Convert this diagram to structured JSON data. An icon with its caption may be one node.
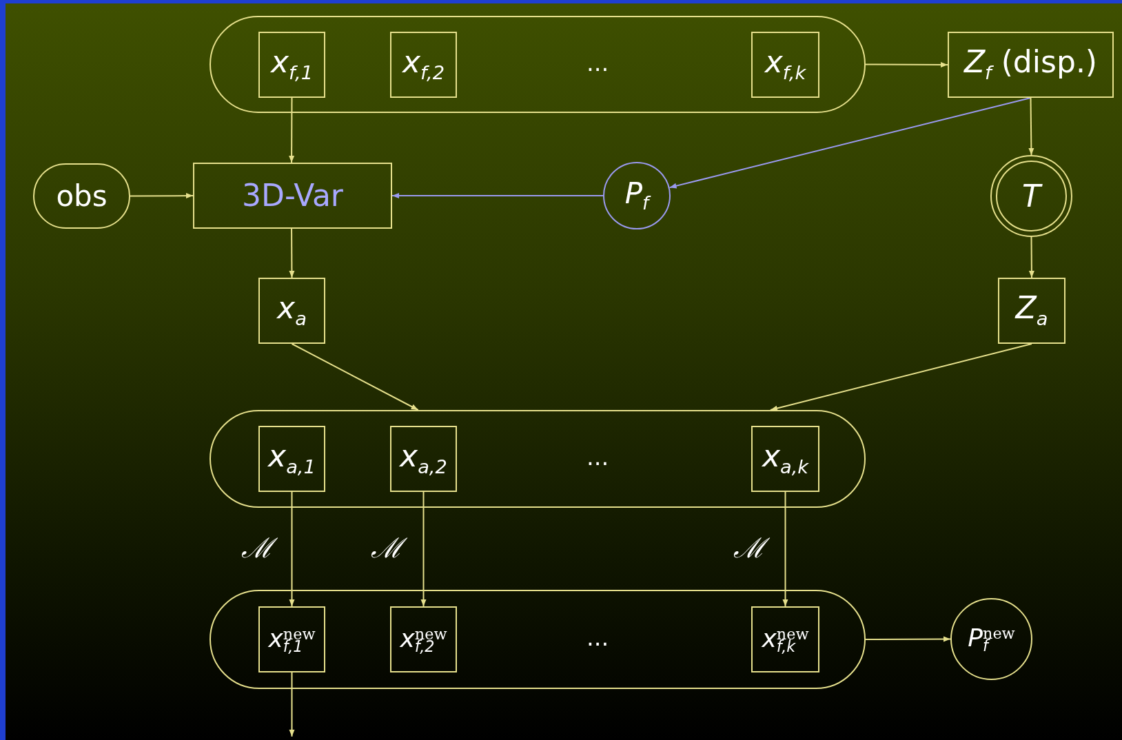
{
  "diagram": {
    "nodes": [
      {
        "text": [
          "..."
        ]
      },
      {
        "text": [
          "x$_{f,1}$"
        ],
        "in": 0
      },
      {
        "text": [
          "x$_{f,2}$"
        ],
        "in": 0
      },
      {
        "text": [
          "x$_{f,k}$"
        ],
        "in": 0
      },
      {
        "text": [
          "*Z*$_{f}$ (disp.)"
        ]
      },
      {
        "text": [
          "obs"
        ]
      },
      {
        "text": [
          "3D-Var"
        ]
      },
      {
        "text": [
          "P$_{f}$"
        ]
      },
      {
        "text": [
          "T"
        ]
      },
      {
        "text": [
          "x$_{a}$"
        ]
      },
      {
        "text": [
          "Z$_{a}$"
        ]
      },
      {
        "text": [
          "..."
        ]
      },
      {
        "text": [
          "x$_{a,1}$"
        ],
        "in": 11
      },
      {
        "text": [
          "x$_{a,2}$"
        ],
        "in": 11
      },
      {
        "text": [
          "x$_{a,k}$"
        ],
        "in": 11
      },
      {
        "text": [
          "..."
        ]
      },
      {
        "text": [
          "x$^{new}$$_{f,1}$"
        ],
        "in": 15
      },
      {
        "text": [
          "x$^{new}$$_{f,2}$"
        ],
        "in": 15
      },
      {
        "text": [
          "x$^{new}$$_{f,k}$"
        ],
        "in": 15
      },
      {
        "text": [
          "P$^{new}$$_{f}$"
        ]
      }
    ],
    "edges": [
      {
        "from": 0,
        "to": 4,
        "arrow": "to"
      },
      {
        "from": 1,
        "to": 6,
        "arrow": "to"
      },
      {
        "from": 4,
        "to": 7,
        "arrow": "to",
        "color": "#9a9af0"
      },
      {
        "from": 4,
        "to": 8,
        "arrow": "to"
      },
      {
        "from": 5,
        "to": 6,
        "arrow": "to"
      },
      {
        "from": 7,
        "to": 6,
        "arrow": "to",
        "color": "#9a9af0"
      },
      {
        "from": 6,
        "to": 9,
        "arrow": "to"
      },
      {
        "from": 8,
        "to": 10,
        "arrow": "to"
      },
      {
        "from": 9,
        "to": 11,
        "arrow": "to"
      },
      {
        "from": 10,
        "to": 11,
        "arrow": "to"
      },
      {
        "from": 12,
        "to": 16,
        "arrow": "to",
        "label": "ℳ"
      },
      {
        "from": 13,
        "to": 17,
        "arrow": "to",
        "label": "ℳ"
      },
      {
        "from": 14,
        "to": 18,
        "arrow": "to",
        "label": "ℳ"
      },
      {
        "from": 15,
        "to": 19,
        "arrow": "to"
      },
      {
        "from": 16,
        "to": null,
        "arrow": "to"
      }
    ]
  }
}
